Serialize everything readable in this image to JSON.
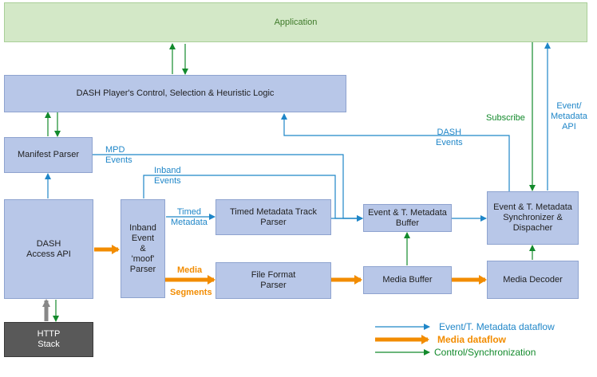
{
  "boxes": {
    "application": "Application",
    "player_logic": "DASH Player's Control, Selection & Heuristic Logic",
    "manifest_parser": "Manifest Parser",
    "access_api": "DASH\nAccess API",
    "http_stack": "HTTP\nStack",
    "inband_parser": "Inband\nEvent\n&\n'moof'\nParser",
    "timed_metadata_parser": "Timed Metadata Track\nParser",
    "file_format_parser": "File Format\nParser",
    "event_buffer": "Event & T. Metadata\nBuffer",
    "media_buffer": "Media Buffer",
    "synchronizer": "Event & T. Metadata\nSynchronizer &\nDispacher",
    "media_decoder": "Media Decoder"
  },
  "labels": {
    "mpd_events": "MPD\nEvents",
    "inband_events": "Inband\nEvents",
    "timed_metadata": "Timed\nMetadata",
    "media_segments_top": "Media",
    "media_segments_bottom": "Segments",
    "dash_events": "DASH\nEvents",
    "subscribe": "Subscribe",
    "event_api": "Event/\nMetadata\nAPI"
  },
  "legend": {
    "event_flow": "Event/T. Metadata dataflow",
    "media_flow": "Media dataflow",
    "control_flow": "Control/Synchronization"
  },
  "colors": {
    "box_blue": "#b8c7e8",
    "box_green": "#d3e8c7",
    "box_dark": "#595959",
    "arrow_blue": "#1f86c8",
    "arrow_orange": "#f28c00",
    "arrow_green": "#138a2c"
  }
}
